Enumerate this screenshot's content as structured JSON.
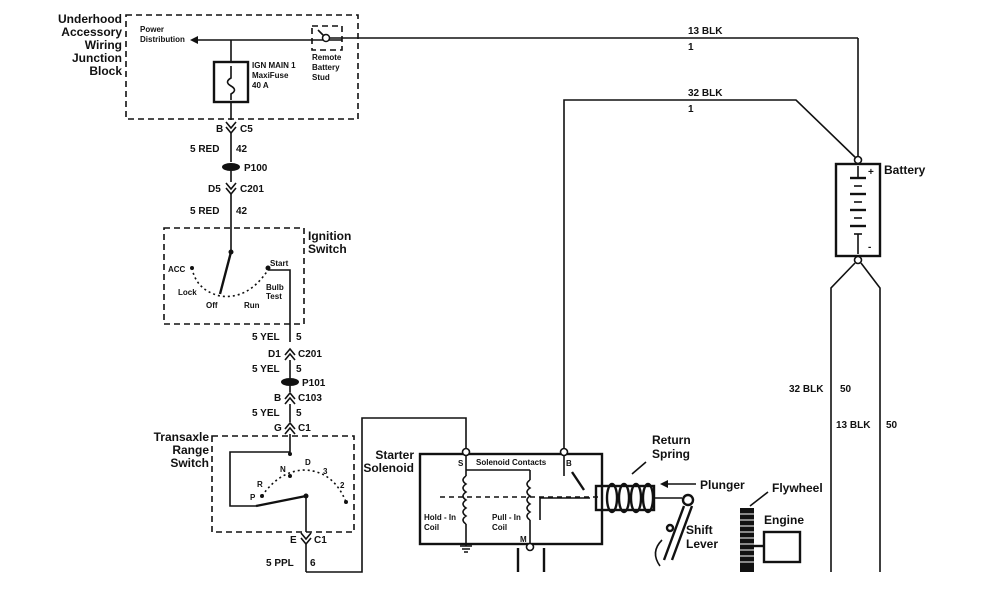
{
  "junction_block": {
    "label_lines": [
      "Underhood",
      "Accessory",
      "Wiring",
      "Junction",
      "Block"
    ],
    "power_distribution": [
      "Power",
      "Distribution"
    ],
    "fuse_label": [
      "IGN MAIN 1",
      "MaxiFuse",
      "40 A"
    ],
    "remote_stud": [
      "Remote",
      "Battery",
      "Stud"
    ]
  },
  "wire_13blk_top": {
    "name": "13 BLK",
    "circuit": "1"
  },
  "wire_32blk_top": {
    "name": "32 BLK",
    "circuit": "1"
  },
  "battery": {
    "label": "Battery",
    "plus": "+",
    "minus": "-"
  },
  "left_column": {
    "c5_pin": "B",
    "c5_conn": "C5",
    "wire1_name": "5 RED",
    "wire1_circuit": "42",
    "p100": "P100",
    "c201_pin": "D5",
    "c201_conn": "C201",
    "wire2_name": "5 RED",
    "wire2_circuit": "42"
  },
  "ignition_switch": {
    "label_lines": [
      "Ignition",
      "Switch"
    ],
    "acc": "ACC",
    "lock": "Lock",
    "off": "Off",
    "run": "Run",
    "start": "Start",
    "bulb_test": [
      "Bulb",
      "Test"
    ]
  },
  "mid_column": {
    "wire3_name": "5 YEL",
    "wire3_circuit": "5",
    "c201_pin": "D1",
    "c201_conn": "C201",
    "wire4_name": "5 YEL",
    "wire4_circuit": "5",
    "p101": "P101",
    "c103_pin": "B",
    "c103_conn": "C103",
    "wire5_name": "5 YEL",
    "wire5_circuit": "5",
    "c1_pin": "G",
    "c1_conn": "C1"
  },
  "range_switch": {
    "label_lines": [
      "Transaxle",
      "Range",
      "Switch"
    ],
    "n": "N",
    "d": "D",
    "three": "3",
    "two": "2",
    "r": "R",
    "p": "P",
    "c1_pin": "E",
    "c1_conn": "C1",
    "wire_name": "5 PPL",
    "wire_circuit": "6"
  },
  "starter_solenoid": {
    "label_lines": [
      "Starter",
      "Solenoid"
    ],
    "s": "S",
    "b": "B",
    "m": "M",
    "contacts": "Solenoid Contacts",
    "hold_in": [
      "Hold - In",
      "Coil"
    ],
    "pull_in": [
      "Pull - In",
      "Coil"
    ]
  },
  "mechanical": {
    "return_spring": [
      "Return",
      "Spring"
    ],
    "plunger": "Plunger",
    "shift_lever": [
      "Shift",
      "Lever"
    ],
    "flywheel": "Flywheel",
    "engine": "Engine"
  },
  "ground_wires": {
    "w1_name": "32 BLK",
    "w1_circuit": "50",
    "w2_name": "13 BLK",
    "w2_circuit": "50"
  }
}
